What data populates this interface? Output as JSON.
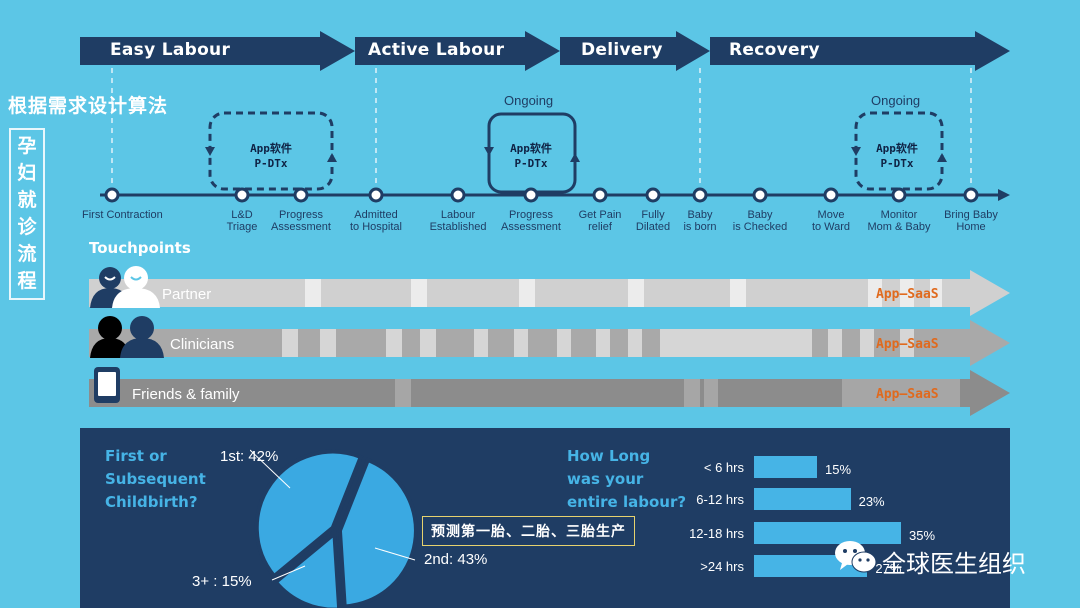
{
  "stages": [
    "Easy Labour",
    "Active Labour",
    "Delivery",
    "Recovery"
  ],
  "left_title": "根据需求设计算法",
  "vertical_title": [
    "孕",
    "妇",
    "就",
    "诊",
    "流",
    "程"
  ],
  "ongoing": [
    "Ongoing",
    "Ongoing"
  ],
  "app_boxes": [
    {
      "line1": "App软件",
      "line2": "P-DTx"
    },
    {
      "line1": "App软件",
      "line2": "P-DTx"
    },
    {
      "line1": "App软件",
      "line2": "P-DTx"
    }
  ],
  "timeline": [
    {
      "l1": "First Contraction",
      "l2": ""
    },
    {
      "l1": "L&D",
      "l2": "Triage"
    },
    {
      "l1": "Progress",
      "l2": "Assessment"
    },
    {
      "l1": "Admitted",
      "l2": "to Hospital"
    },
    {
      "l1": "Labour",
      "l2": "Established"
    },
    {
      "l1": "Progress",
      "l2": "Assessment"
    },
    {
      "l1": "Get Pain",
      "l2": "relief"
    },
    {
      "l1": "Fully",
      "l2": "Dilated"
    },
    {
      "l1": "Baby",
      "l2": "is born"
    },
    {
      "l1": "Baby",
      "l2": "is Checked"
    },
    {
      "l1": "Move",
      "l2": "to Ward"
    },
    {
      "l1": "Monitor",
      "l2": "Mom & Baby"
    },
    {
      "l1": "Bring Baby",
      "l2": "Home"
    }
  ],
  "touchpoints": {
    "title": "Touchpoints",
    "rows": [
      {
        "label": "Partner",
        "tag": "App—SaaS"
      },
      {
        "label": "Clinicians",
        "tag": "App—SaaS"
      },
      {
        "label": "Friends & family",
        "tag": "App—SaaS"
      }
    ]
  },
  "childbirth": {
    "question": [
      "First or",
      "Subsequent",
      "Childbirth?"
    ],
    "slices": [
      {
        "label": "1st: 42%",
        "value": 42
      },
      {
        "label": "2nd: 43%",
        "value": 43
      },
      {
        "label": "3+ : 15%",
        "value": 15
      }
    ]
  },
  "predict_label": "预测第一胎、二胎、三胎生产",
  "labour_length": {
    "question": [
      "How Long",
      "was your",
      "entire labour?"
    ],
    "bars": [
      {
        "label": "< 6 hrs",
        "value": 15,
        "text": "15%"
      },
      {
        "label": "6-12 hrs",
        "value": 23,
        "text": "23%"
      },
      {
        "label": "12-18 hrs",
        "value": 35,
        "text": "35%"
      },
      {
        "label": ">24 hrs",
        "value": 27,
        "text": "27%"
      }
    ]
  },
  "watermark": "全球医生组织",
  "chart_data": [
    {
      "type": "pie",
      "title": "First or Subsequent Childbirth?",
      "categories": [
        "1st",
        "2nd",
        "3+"
      ],
      "values": [
        42,
        43,
        15
      ]
    },
    {
      "type": "bar",
      "title": "How Long was your entire labour?",
      "categories": [
        "< 6 hrs",
        "6-12 hrs",
        "12-18 hrs",
        ">24 hrs"
      ],
      "values": [
        15,
        23,
        35,
        27
      ]
    }
  ]
}
